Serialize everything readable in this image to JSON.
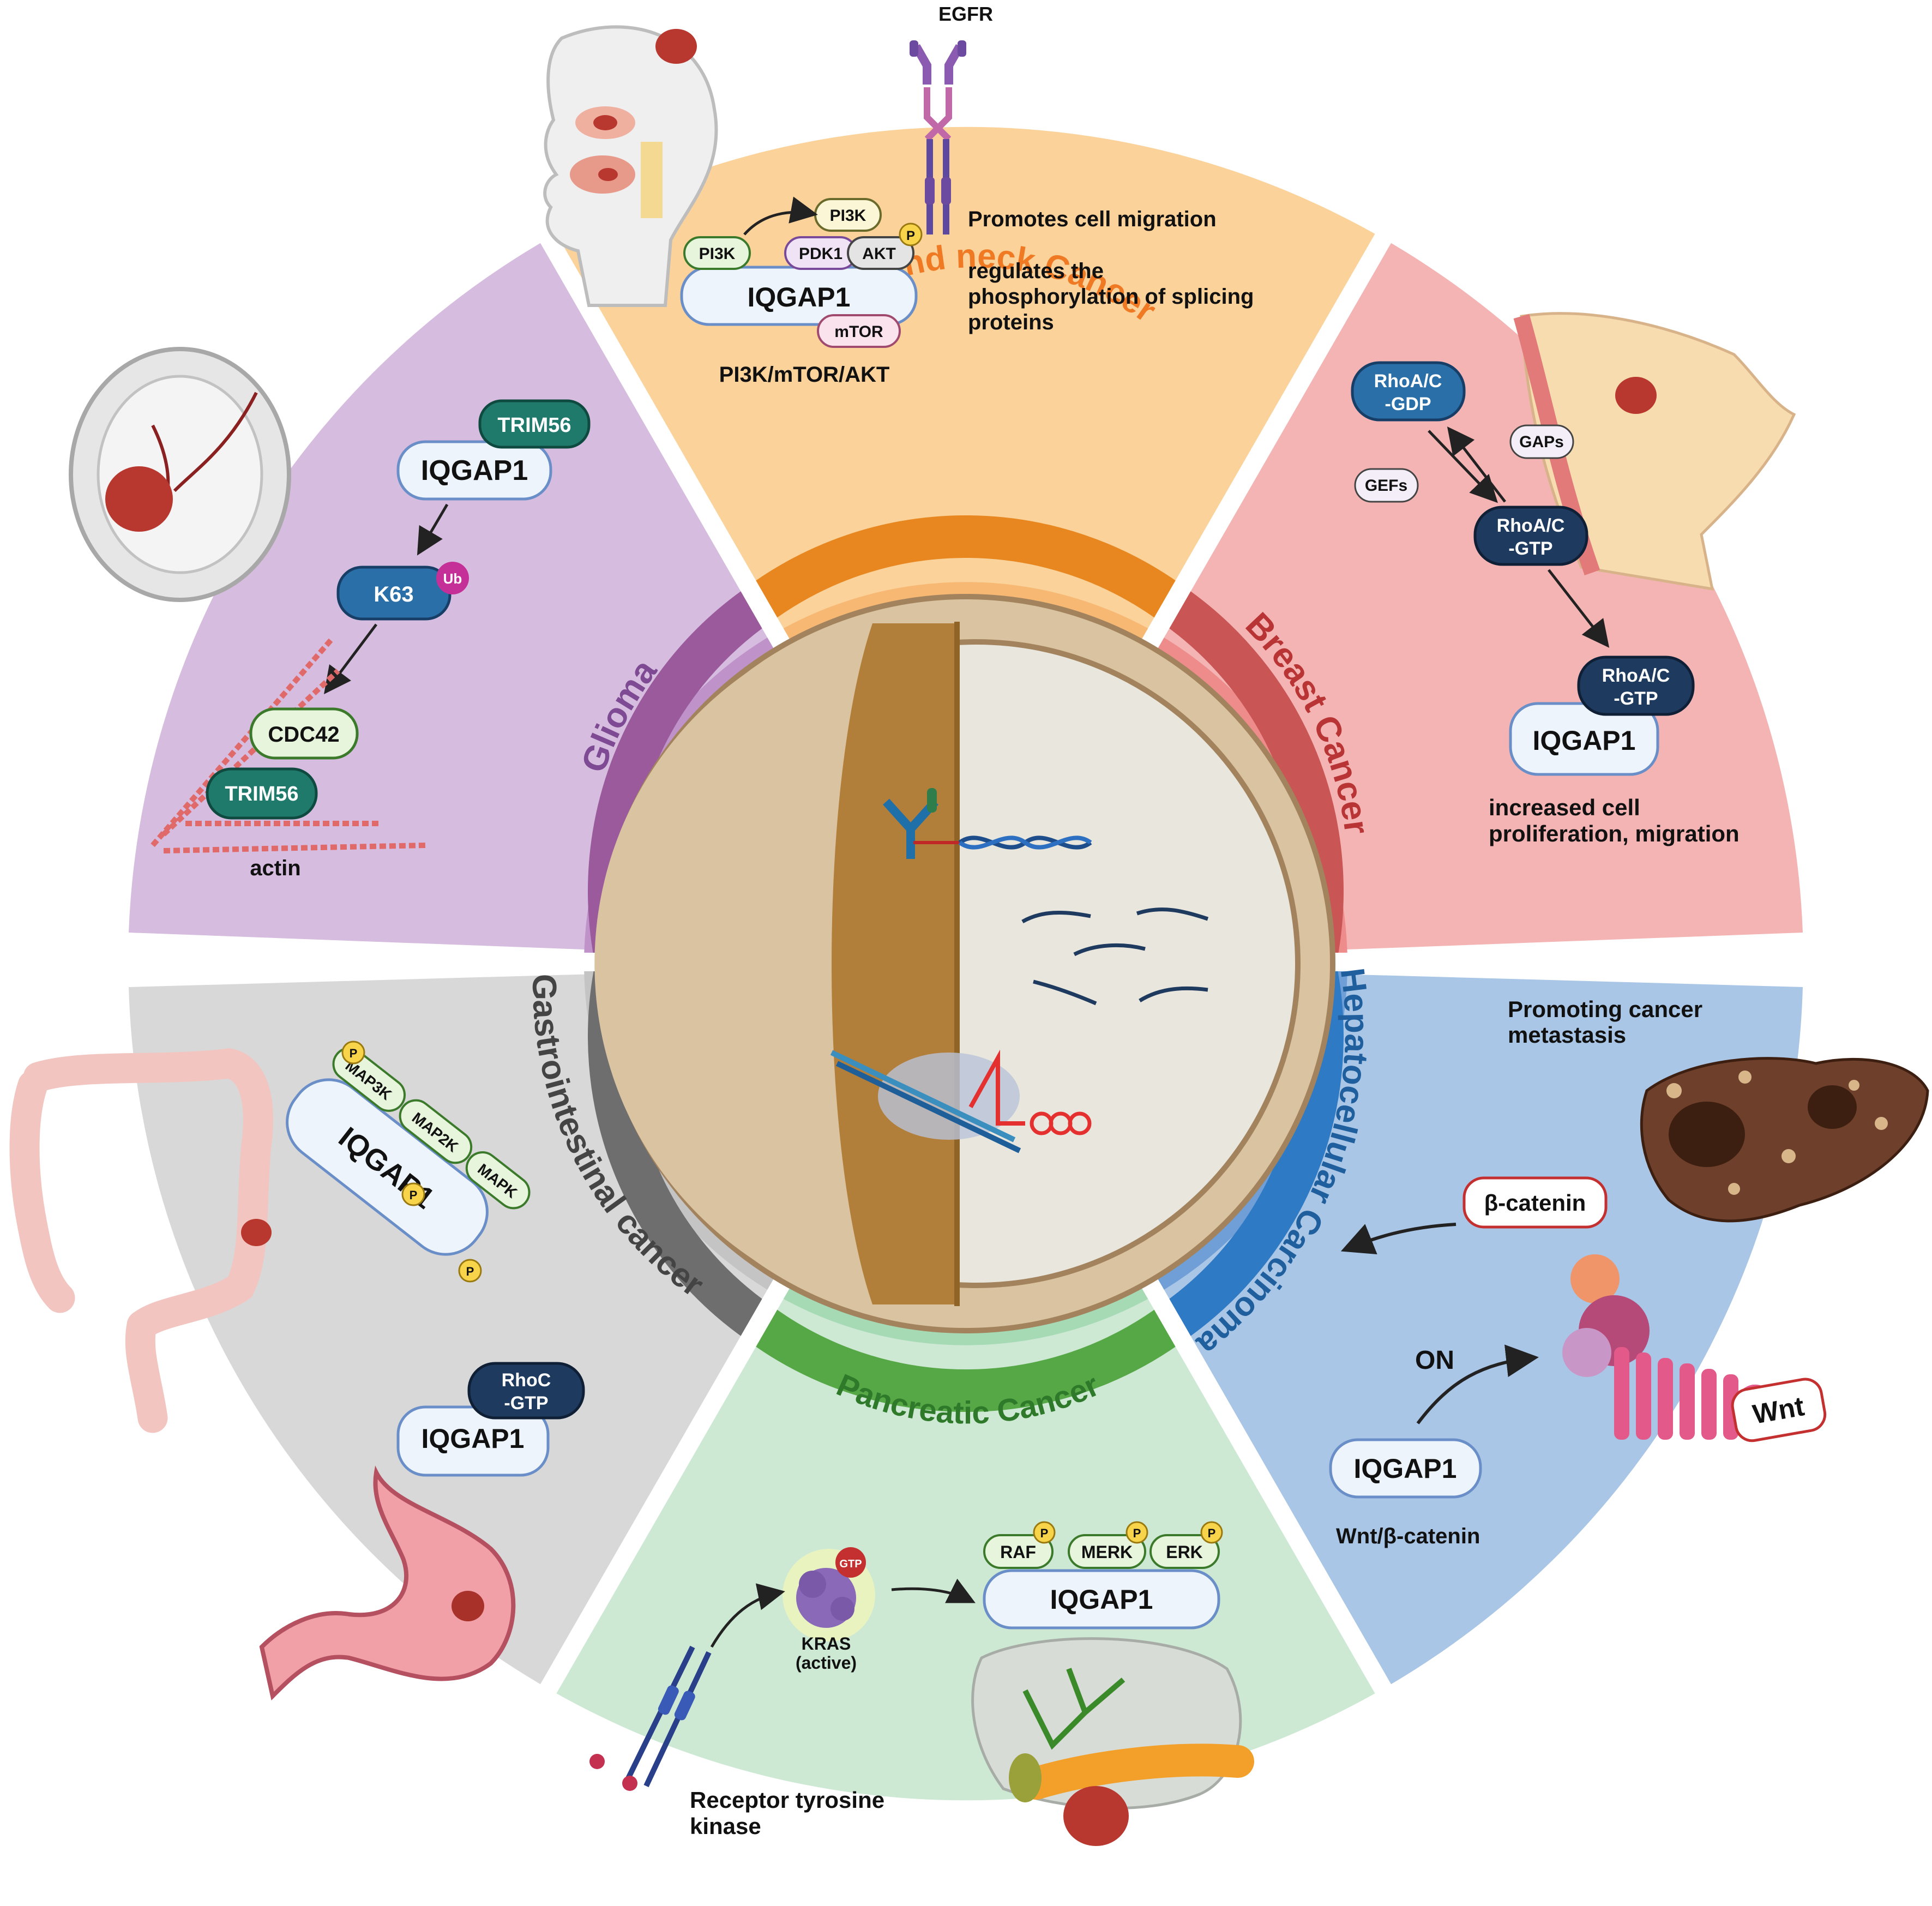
{
  "colors": {
    "head_neck": "#fbd29a",
    "head_neck_band": "#f39a3e",
    "head_neck_ring": "#e8871f",
    "breast": "#f4b4b4",
    "breast_band": "#ee8888",
    "breast_ring": "#c95555",
    "liver": "#a9c6e6",
    "liver_band": "#6f9fd6",
    "liver_ring": "#2f7ac4",
    "pancreas": "#cde9d4",
    "pancreas_band": "#a6dab5",
    "pancreas_ring": "#55a845",
    "gi": "#d8d8d8",
    "gi_band": "#c4c4c4",
    "gi_ring": "#6e6e6e",
    "glioma": "#d6bcde",
    "glioma_band": "#bf93c9",
    "glioma_ring": "#9a5a9c",
    "teal": "#1f7a6c",
    "navy": "#1e3a5f",
    "pill_light": "#eef4fb",
    "pill_green": "#e7f5dd"
  },
  "sectors": {
    "head_neck": {
      "title": "Head and neck Cancer",
      "receptor": "EGFR",
      "text_migration": "Promotes cell migration",
      "text_splicing": [
        "regulates the",
        "phosphorylation of splicing",
        "proteins"
      ],
      "pathway_label": "PI3K/mTOR/AKT",
      "main": "IQGAP1",
      "pills": {
        "pi3k_left": "PI3K",
        "pi3k_top": "PI3K",
        "pdk1": "PDK1",
        "akt": "AKT",
        "mtor": "mTOR",
        "p": "P"
      }
    },
    "breast": {
      "title": "Breast Cancer",
      "rho_gdp": [
        "RhoA/C",
        "-GDP"
      ],
      "rho_gtp": [
        "RhoA/C",
        "-GTP"
      ],
      "rho_gtp2": [
        "RhoA/C",
        "-GTP"
      ],
      "gaps": "GAPs",
      "gefs": "GEFs",
      "main": "IQGAP1",
      "outcome": [
        "increased cell",
        "proliferation, migration"
      ]
    },
    "liver": {
      "title": "Hepatocellular Carcinoma",
      "header": [
        "Promoting cancer",
        "metastasis"
      ],
      "beta_catenin": "β-catenin",
      "on": "ON",
      "wnt": "Wnt",
      "main": "IQGAP1",
      "pathway_label": "Wnt/β-catenin"
    },
    "pancreas": {
      "title": "Pancreatic Cancer",
      "gtp": "GTP",
      "kras": [
        "KRAS",
        "(active)"
      ],
      "raf": "RAF",
      "merk": "MERK",
      "erk": "ERK",
      "p": "P",
      "main": "IQGAP1",
      "rtk": [
        "Receptor tyrosine",
        "kinase"
      ]
    },
    "gi": {
      "title": "Gastrointestinal cancer",
      "map3k": "MAP3K",
      "map2k": "MAP2K",
      "mapk": "MAPK",
      "p": "P",
      "main": "IQGAP1",
      "rhoc": [
        "RhoC",
        "-GTP"
      ],
      "main2": "IQGAP1"
    },
    "glioma": {
      "title": "Glioma",
      "trim_top": "TRIM56",
      "main": "IQGAP1",
      "k63": "K63",
      "ub": "Ub",
      "cdc42": "CDC42",
      "trim_bottom": "TRIM56",
      "actin": "actin"
    }
  }
}
